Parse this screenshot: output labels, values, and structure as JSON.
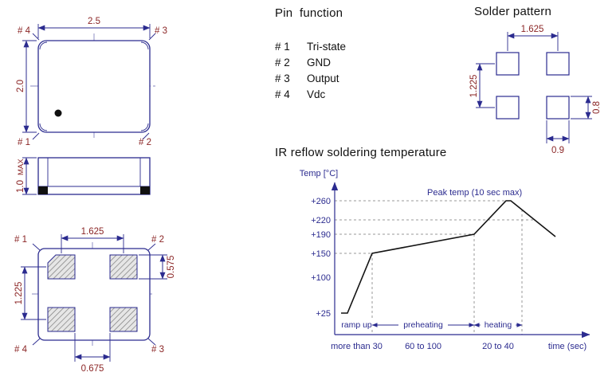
{
  "colors": {
    "line_navy": "#2b2b8f",
    "dim_maroon": "#8b2626",
    "chart_navy": "#2b2b8f",
    "ink": "#111111"
  },
  "package": {
    "top_view": {
      "dim_width": "2.5",
      "dim_height": "2.0",
      "pin_top_left": "# 4",
      "pin_top_right": "# 3",
      "pin_bottom_left": "# 1",
      "pin_bottom_right": "# 2"
    },
    "side_view": {
      "dim_height_value": "1.0",
      "dim_height_suffix": "MAX"
    },
    "bottom_view": {
      "dim_pad_pitch_x": "1.625",
      "dim_pad_pitch_y": "1.225",
      "dim_pad_height": "0.575",
      "dim_pad_width": "0.675",
      "pin_top_left": "# 1",
      "pin_top_right": "# 2",
      "pin_bottom_left": "# 4",
      "pin_bottom_right": "# 3"
    }
  },
  "pin_function": {
    "title": "Pin  function",
    "rows": [
      {
        "pin": "# 1",
        "function": "Tri-state"
      },
      {
        "pin": "# 2",
        "function": "GND"
      },
      {
        "pin": "# 3",
        "function": "Output"
      },
      {
        "pin": "# 4",
        "function": "Vdc"
      }
    ]
  },
  "solder_pattern": {
    "title": "Solder pattern",
    "dim_pad_pitch_x": "1.625",
    "dim_pad_pitch_y": "1.225",
    "dim_pad_height": "0.8",
    "dim_pad_width": "0.9"
  },
  "reflow": {
    "title": "IR reflow soldering temperature"
  },
  "chart_data": {
    "type": "line",
    "title": "IR reflow soldering temperature",
    "ylabel": "Temp [°C]",
    "xlabel": "time (sec)",
    "ylim": [
      25,
      280
    ],
    "grid": "dashed-guides",
    "legend": "none",
    "yticks": [
      {
        "label": "+260",
        "value": 260
      },
      {
        "label": "+220",
        "value": 220
      },
      {
        "label": "+190",
        "value": 190
      },
      {
        "label": "+150",
        "value": 150
      },
      {
        "label": "+100",
        "value": 100
      },
      {
        "label": "+25",
        "value": 25
      }
    ],
    "phases": [
      {
        "name": "ramp up",
        "duration_label": "more than 30",
        "start_temp": 25,
        "end_temp": 150
      },
      {
        "name": "preheating",
        "duration_label": "60 to 100",
        "start_temp": 150,
        "end_temp": 190
      },
      {
        "name": "heating",
        "duration_label": "20 to 40",
        "start_temp": 190,
        "end_temp": 260
      }
    ],
    "peak": {
      "temp": 260,
      "annotation": "Peak temp (10 sec max)",
      "end_temp_after_cooling": 185
    }
  }
}
